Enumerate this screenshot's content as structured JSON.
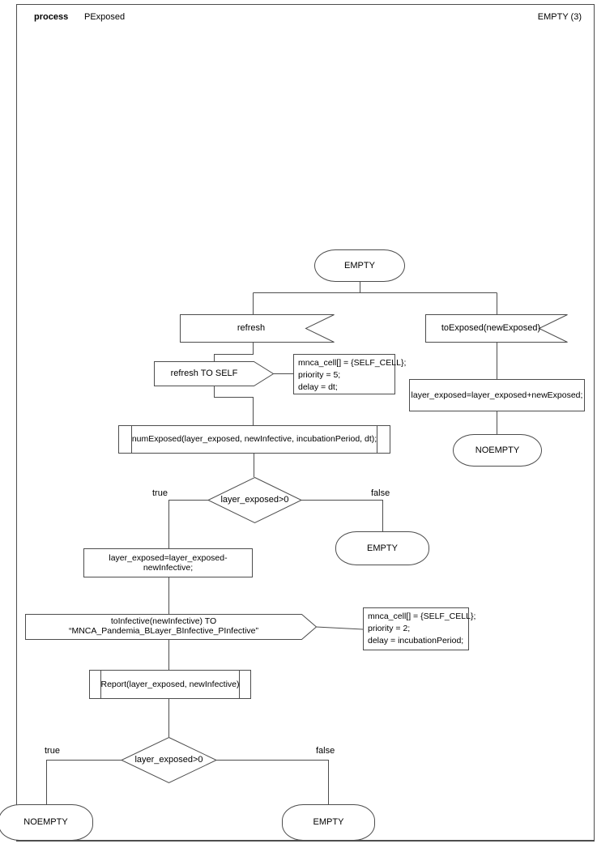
{
  "header": {
    "kind_label": "process",
    "name": "PExposed",
    "status": "EMPTY (3)"
  },
  "colors": {
    "stroke": "#4d4d4d",
    "text": "#000000",
    "background": "#ffffff"
  },
  "nodes": {
    "start_state": "EMPTY",
    "refresh_signal": "refresh",
    "to_exposed_signal": "toExposed(newExposed)",
    "refresh_to_self": "refresh TO SELF",
    "note1": {
      "lines": [
        "mnca_cell[] = {SELF_CELL};",
        "priority = 5;",
        "delay = dt;"
      ]
    },
    "add_exposed": "layer_exposed=layer_exposed+newExposed;",
    "noempty_state": "NOEMPTY",
    "num_exposed": "numExposed(layer_exposed, newInfective, incubationPeriod, dt);",
    "decision1": "layer_exposed>0",
    "decision1_true": "true",
    "decision1_false": "false",
    "empty_state_mid": "EMPTY",
    "subtract_infective": "layer_exposed=layer_exposed-newInfective;",
    "to_infective": "toInfective(newInfective) TO “MNCA_Pandemia_BLayer_BInfective_PInfective”",
    "note2": {
      "lines": [
        "mnca_cell[] = {SELF_CELL};",
        "priority = 2;",
        "delay = incubationPeriod;"
      ]
    },
    "report": "Report(layer_exposed, newInfective)",
    "decision2": "layer_exposed>0",
    "decision2_true": "true",
    "decision2_false": "false",
    "noempty_end": "NOEMPTY",
    "empty_end": "EMPTY"
  }
}
